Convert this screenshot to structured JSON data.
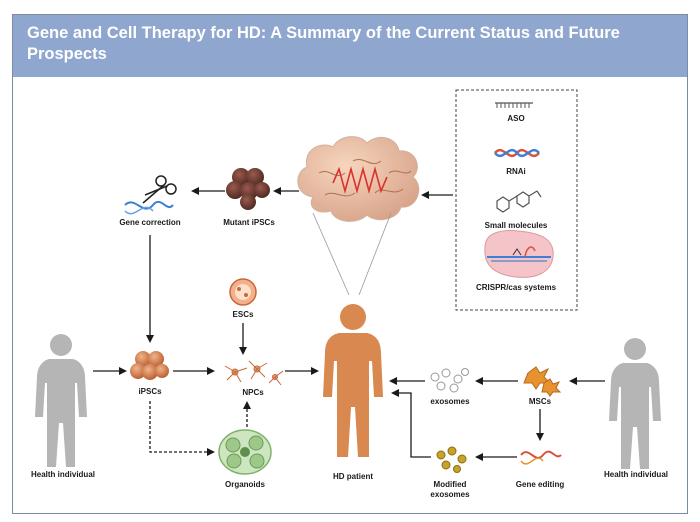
{
  "title": "Gene and Cell Therapy for HD: A Summary of the Current Status and Future Prospects",
  "labels": {
    "gene_correction": "Gene correction",
    "mutant_ipscs": "Mutant iPSCs",
    "escs": "ESCs",
    "ipscs": "iPSCs",
    "npcs": "NPCs",
    "organoids": "Organoids",
    "health_individual_left": "Health individual",
    "hd_patient": "HD patient",
    "exosomes": "exosomes",
    "mscs": "MSCs",
    "gene_editing": "Gene editing",
    "modified_exosomes_1": "Modified",
    "modified_exosomes_2": "exosomes",
    "health_individual_right": "Health individual"
  },
  "therapies": {
    "aso": "ASO",
    "rnai": "RNAi",
    "small_molecules": "Small molecules",
    "crispr": "CRISPR/cas systems"
  },
  "colors": {
    "header": "#8fa6cf",
    "body_figure": "#d9884f",
    "healthy_figure": "#b5b5b5",
    "brain": "#f3c9a8",
    "cells": "#c46a3c",
    "organoid": "#9ec88a"
  }
}
